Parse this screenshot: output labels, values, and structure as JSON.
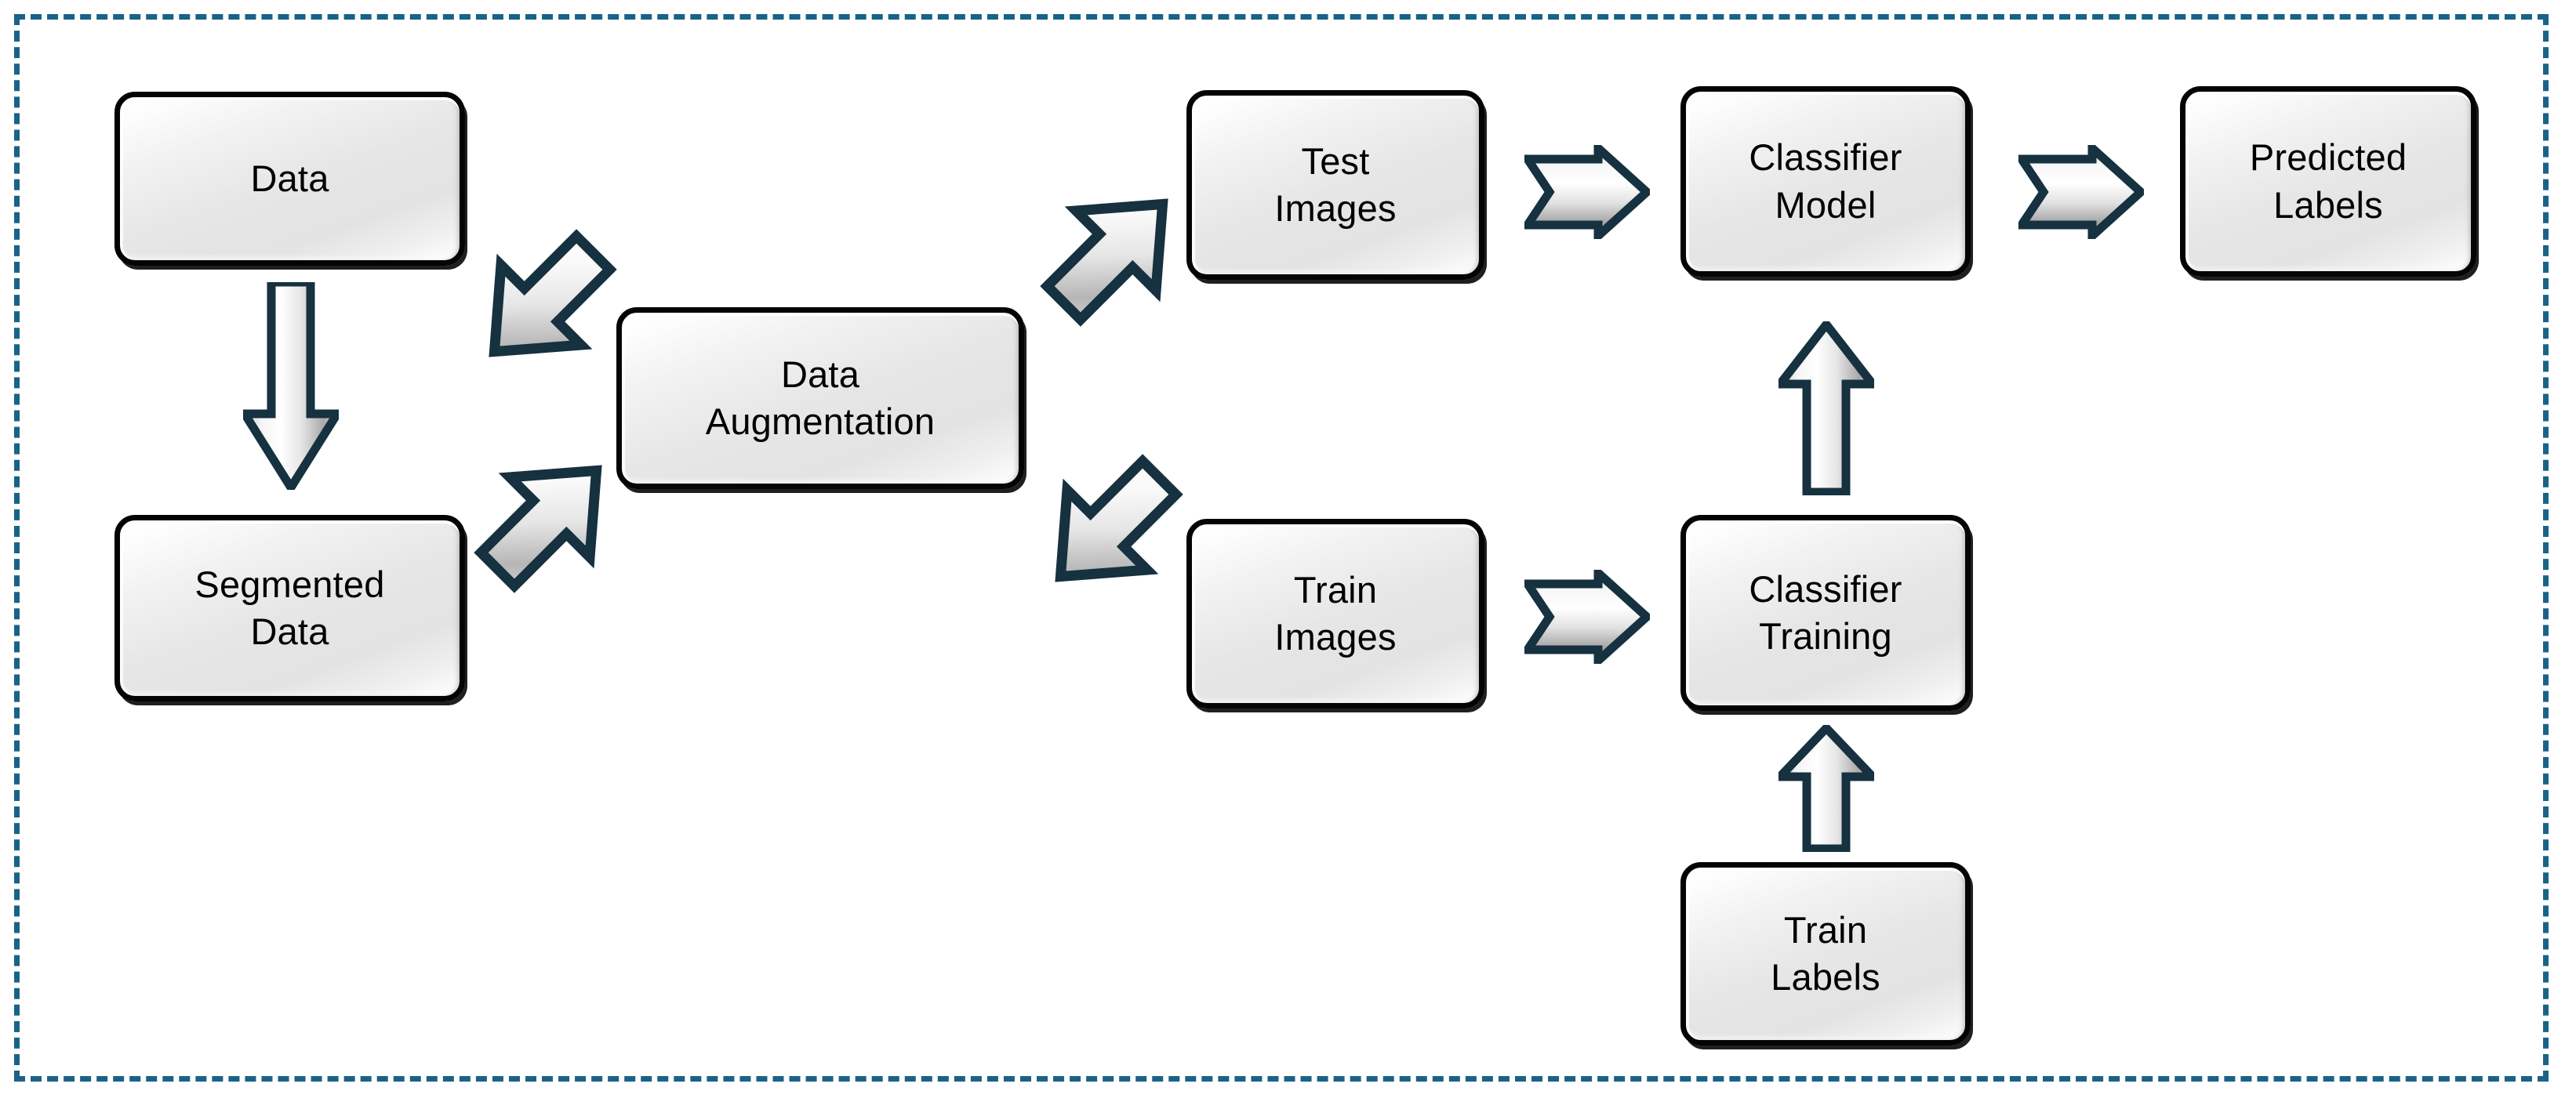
{
  "diagram": {
    "title": "Image classification pipeline flowchart",
    "frame": {
      "style": "dashed",
      "color": "#1a6287"
    },
    "palette": {
      "box_border": "#040404",
      "box_fill_light": "#ffffff",
      "box_fill_shade": "#e3e3e3",
      "arrow_outline": "#16313f",
      "arrow_fill_light": "#ffffff",
      "arrow_fill_shade": "#b4b4b4",
      "background": "#ffffff"
    },
    "nodes": [
      {
        "id": "data",
        "lines": [
          "Data"
        ]
      },
      {
        "id": "segmented-data",
        "lines": [
          "Segmented",
          "Data"
        ]
      },
      {
        "id": "data-augmentation",
        "lines": [
          "Data",
          "Augmentation"
        ]
      },
      {
        "id": "test-images",
        "lines": [
          "Test",
          "Images"
        ]
      },
      {
        "id": "train-images",
        "lines": [
          "Train",
          "Images"
        ]
      },
      {
        "id": "classifier-model",
        "lines": [
          "Classifier",
          "Model"
        ]
      },
      {
        "id": "predicted-labels",
        "lines": [
          "Predicted",
          "Labels"
        ]
      },
      {
        "id": "classifier-training",
        "lines": [
          "Classifier",
          "Training"
        ]
      },
      {
        "id": "train-labels",
        "lines": [
          "Train",
          "Labels"
        ]
      }
    ],
    "arrows": [
      {
        "id": "data-to-segmented",
        "direction": "down",
        "from": "data",
        "to": "segmented-data"
      },
      {
        "id": "data-to-augmentation",
        "direction": "down-right",
        "from": "data",
        "to": "data-augmentation"
      },
      {
        "id": "segmented-to-augmentation",
        "direction": "up-right",
        "from": "segmented-data",
        "to": "data-augmentation"
      },
      {
        "id": "augmentation-to-test-images",
        "direction": "up-right",
        "from": "data-augmentation",
        "to": "test-images"
      },
      {
        "id": "augmentation-to-train-images",
        "direction": "down-right",
        "from": "data-augmentation",
        "to": "train-images"
      },
      {
        "id": "test-images-to-model",
        "direction": "right",
        "from": "test-images",
        "to": "classifier-model"
      },
      {
        "id": "model-to-predicted-labels",
        "direction": "right",
        "from": "classifier-model",
        "to": "predicted-labels"
      },
      {
        "id": "train-images-to-training",
        "direction": "right",
        "from": "train-images",
        "to": "classifier-training"
      },
      {
        "id": "training-to-model",
        "direction": "up",
        "from": "classifier-training",
        "to": "classifier-model"
      },
      {
        "id": "train-labels-to-training",
        "direction": "up",
        "from": "train-labels",
        "to": "classifier-training"
      }
    ]
  }
}
